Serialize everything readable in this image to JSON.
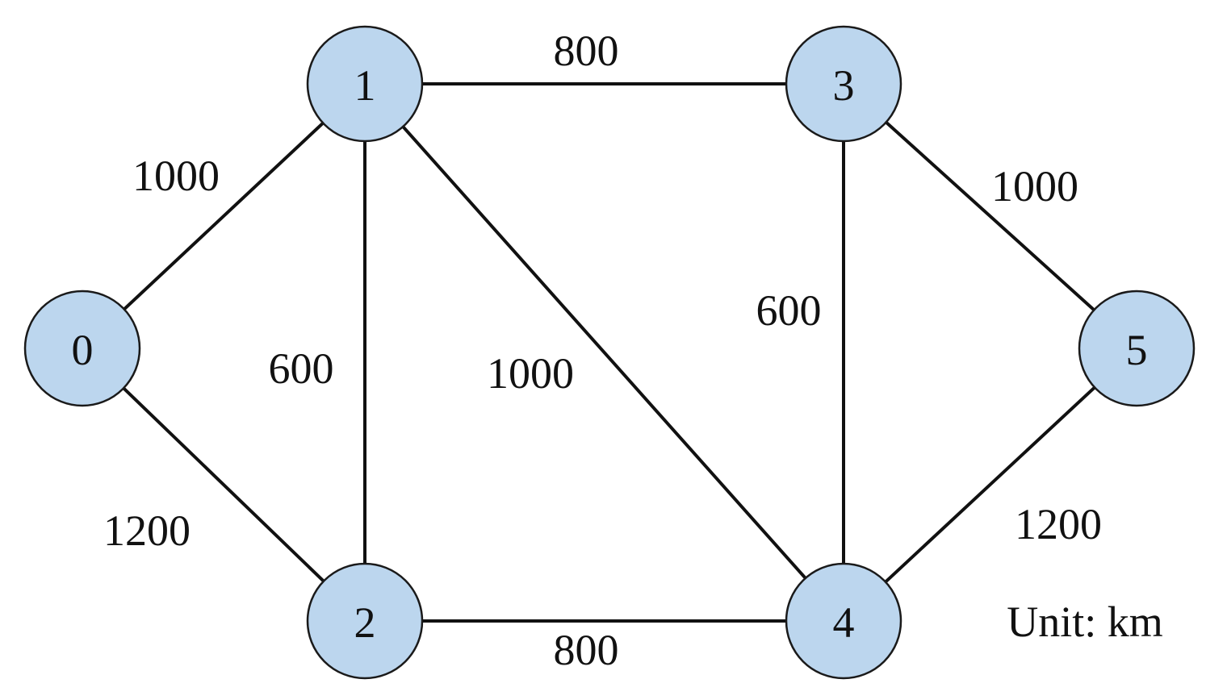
{
  "graph": {
    "nodes": [
      {
        "id": "0",
        "label": "0"
      },
      {
        "id": "1",
        "label": "1"
      },
      {
        "id": "2",
        "label": "2"
      },
      {
        "id": "3",
        "label": "3"
      },
      {
        "id": "4",
        "label": "4"
      },
      {
        "id": "5",
        "label": "5"
      }
    ],
    "edges": [
      {
        "from": "0",
        "to": "1",
        "weight": "1000"
      },
      {
        "from": "0",
        "to": "2",
        "weight": "1200"
      },
      {
        "from": "1",
        "to": "2",
        "weight": "600"
      },
      {
        "from": "1",
        "to": "3",
        "weight": "800"
      },
      {
        "from": "1",
        "to": "4",
        "weight": "1000"
      },
      {
        "from": "2",
        "to": "4",
        "weight": "800"
      },
      {
        "from": "3",
        "to": "4",
        "weight": "600"
      },
      {
        "from": "3",
        "to": "5",
        "weight": "1000"
      },
      {
        "from": "4",
        "to": "5",
        "weight": "1200"
      }
    ],
    "unit_label": "Unit: km"
  },
  "colors": {
    "node_fill": "#bcd6ee",
    "node_stroke": "#1a1a1a",
    "edge": "#111111",
    "text": "#111111"
  }
}
